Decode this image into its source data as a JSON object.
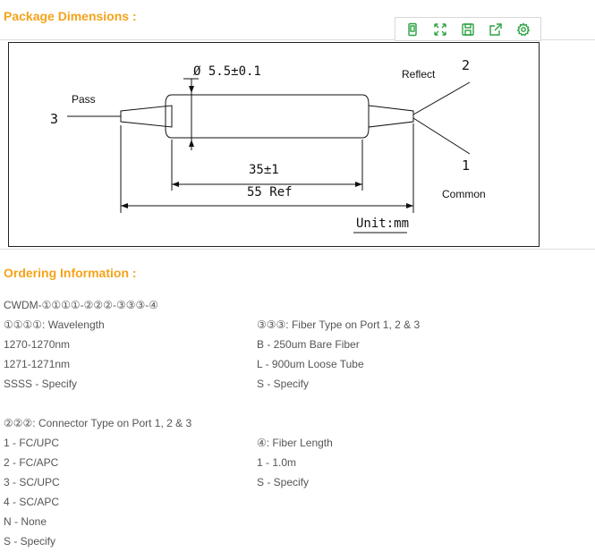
{
  "section1": {
    "title": "Package Dimensions :"
  },
  "toolbar": {
    "icons": [
      "phone-view-icon",
      "fullscreen-icon",
      "save-icon",
      "share-icon",
      "settings-icon"
    ]
  },
  "drawing": {
    "diameter": "Ø 5.5±0.1",
    "pass": "Pass",
    "reflect": "Reflect",
    "common": "Common",
    "port3": "3",
    "port2": "2",
    "port1": "1",
    "dim35": "35±1",
    "dim55": "55 Ref",
    "unit": "Unit:mm"
  },
  "section2": {
    "title": "Ordering Information :"
  },
  "ordering": {
    "code": "CWDM-①①①①-②②②-③③③-④",
    "wavelength": [
      "①①①①: Wavelength",
      "1270-1270nm",
      "1271-1271nm",
      " SSSS - Specify"
    ],
    "fiber_type": [
      "③③③: Fiber Type on Port 1, 2 & 3",
      " B - 250um Bare Fiber",
      " L - 900um Loose Tube",
      " S - Specify"
    ],
    "connector": [
      "②②②: Connector Type on Port 1, 2 & 3",
      " 1 - FC/UPC",
      " 2 - FC/APC",
      " 3 - SC/UPC",
      " 4 - SC/APC",
      " N - None",
      " S - Specify"
    ],
    "fiber_length": [
      "④: Fiber Length",
      " 1 - 1.0m",
      " S - Specify"
    ]
  },
  "colors": {
    "accent": "#f5a31a",
    "toolbar_icon": "#2aa343"
  }
}
